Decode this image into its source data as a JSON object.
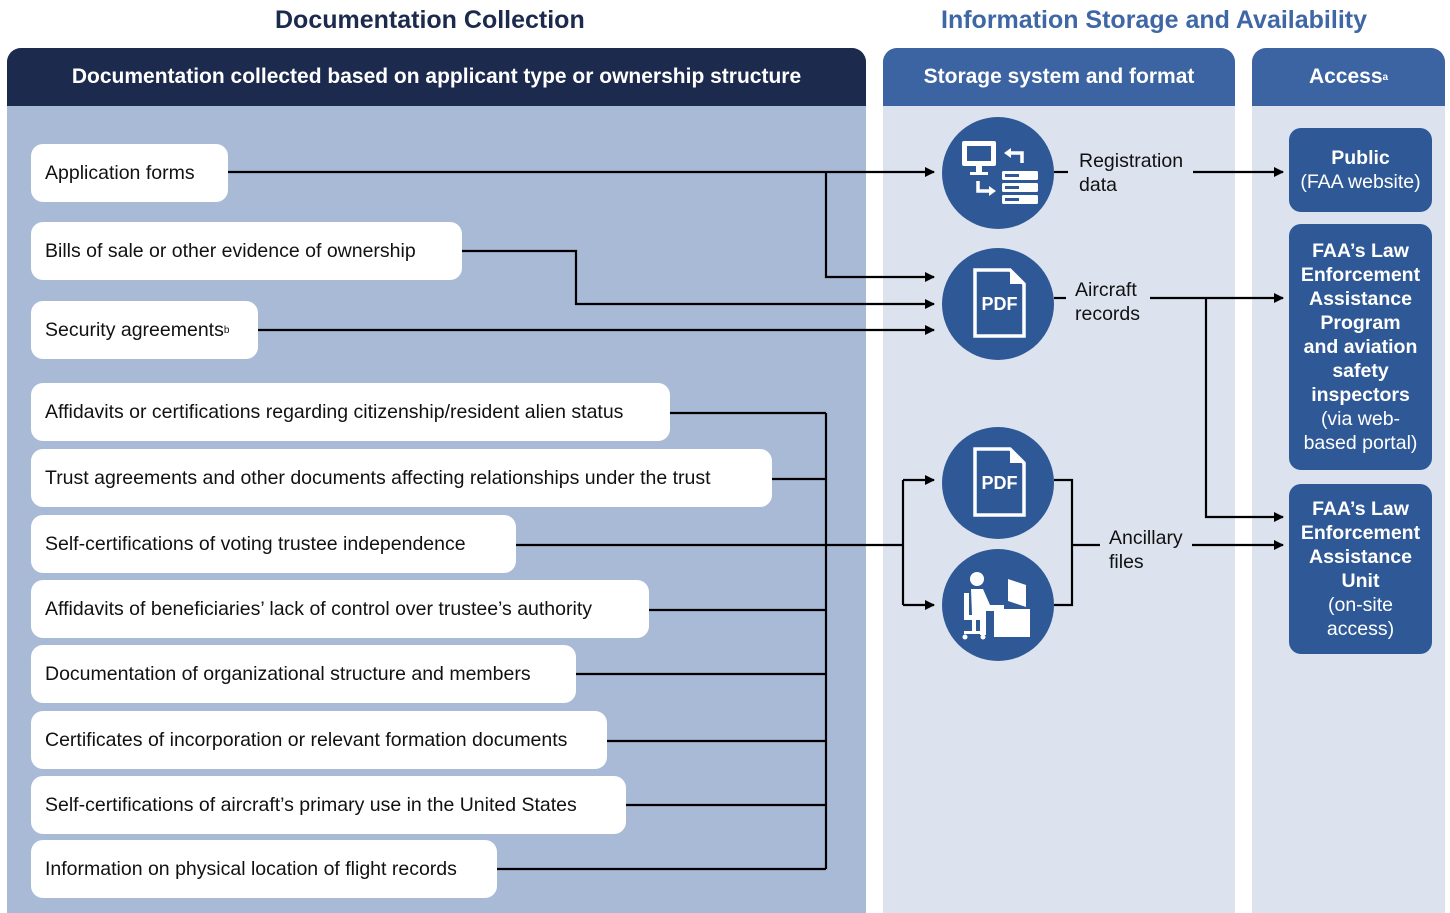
{
  "titles": {
    "left": "Documentation Collection",
    "right": "Information Storage and Availability"
  },
  "headers": {
    "collection": "Documentation collected based on applicant type or ownership structure",
    "storage": "Storage system and format",
    "access": "Access",
    "access_note": "a"
  },
  "documents": [
    {
      "text": "Application forms",
      "note": ""
    },
    {
      "text": "Bills of sale or other evidence of ownership",
      "note": ""
    },
    {
      "text": "Security agreements",
      "note": "b"
    },
    {
      "text": "Affidavits or certifications regarding citizenship/resident alien status",
      "note": ""
    },
    {
      "text": "Trust agreements and other documents affecting relationships under the trust",
      "note": ""
    },
    {
      "text": "Self-certifications of voting trustee independence",
      "note": ""
    },
    {
      "text": "Affidavits of beneficiaries’ lack of control over trustee’s authority",
      "note": ""
    },
    {
      "text": "Documentation of organizational structure and members",
      "note": ""
    },
    {
      "text": "Certificates of incorporation or relevant formation documents",
      "note": ""
    },
    {
      "text": "Self-certifications of aircraft’s primary use in the United States",
      "note": ""
    },
    {
      "text": "Information on physical location of flight records",
      "note": ""
    }
  ],
  "storage": {
    "registration": {
      "line1": "Registration",
      "line2": "data",
      "icon": "computer-server-icon"
    },
    "aircraft": {
      "line1": "Aircraft",
      "line2": "records",
      "icon": "pdf-icon",
      "icon_text": "PDF"
    },
    "ancillary": {
      "line1": "Ancillary",
      "line2": "files",
      "icon_pdf": "pdf-icon",
      "icon_pdf_text": "PDF",
      "icon_person": "person-at-desk-icon"
    }
  },
  "access": {
    "public": {
      "bold": [
        "Public"
      ],
      "normal": [
        "(FAA website)"
      ]
    },
    "program": {
      "bold": [
        "FAA’s Law",
        "Enforcement",
        "Assistance",
        "Program",
        "and aviation",
        "safety",
        "inspectors"
      ],
      "normal": [
        "(via web-",
        "based portal)"
      ]
    },
    "unit": {
      "bold": [
        "FAA’s Law",
        "Enforcement",
        "Assistance",
        "Unit"
      ],
      "normal": [
        "(on-site",
        "access)"
      ]
    }
  },
  "colors": {
    "dark_navy": "#1b2a4d",
    "title_blue": "#3f67a6",
    "header_blue": "#3c64a3",
    "icon_blue": "#2e5896",
    "panel_left": "#a8bad6",
    "panel_right": "#dce3ef"
  }
}
